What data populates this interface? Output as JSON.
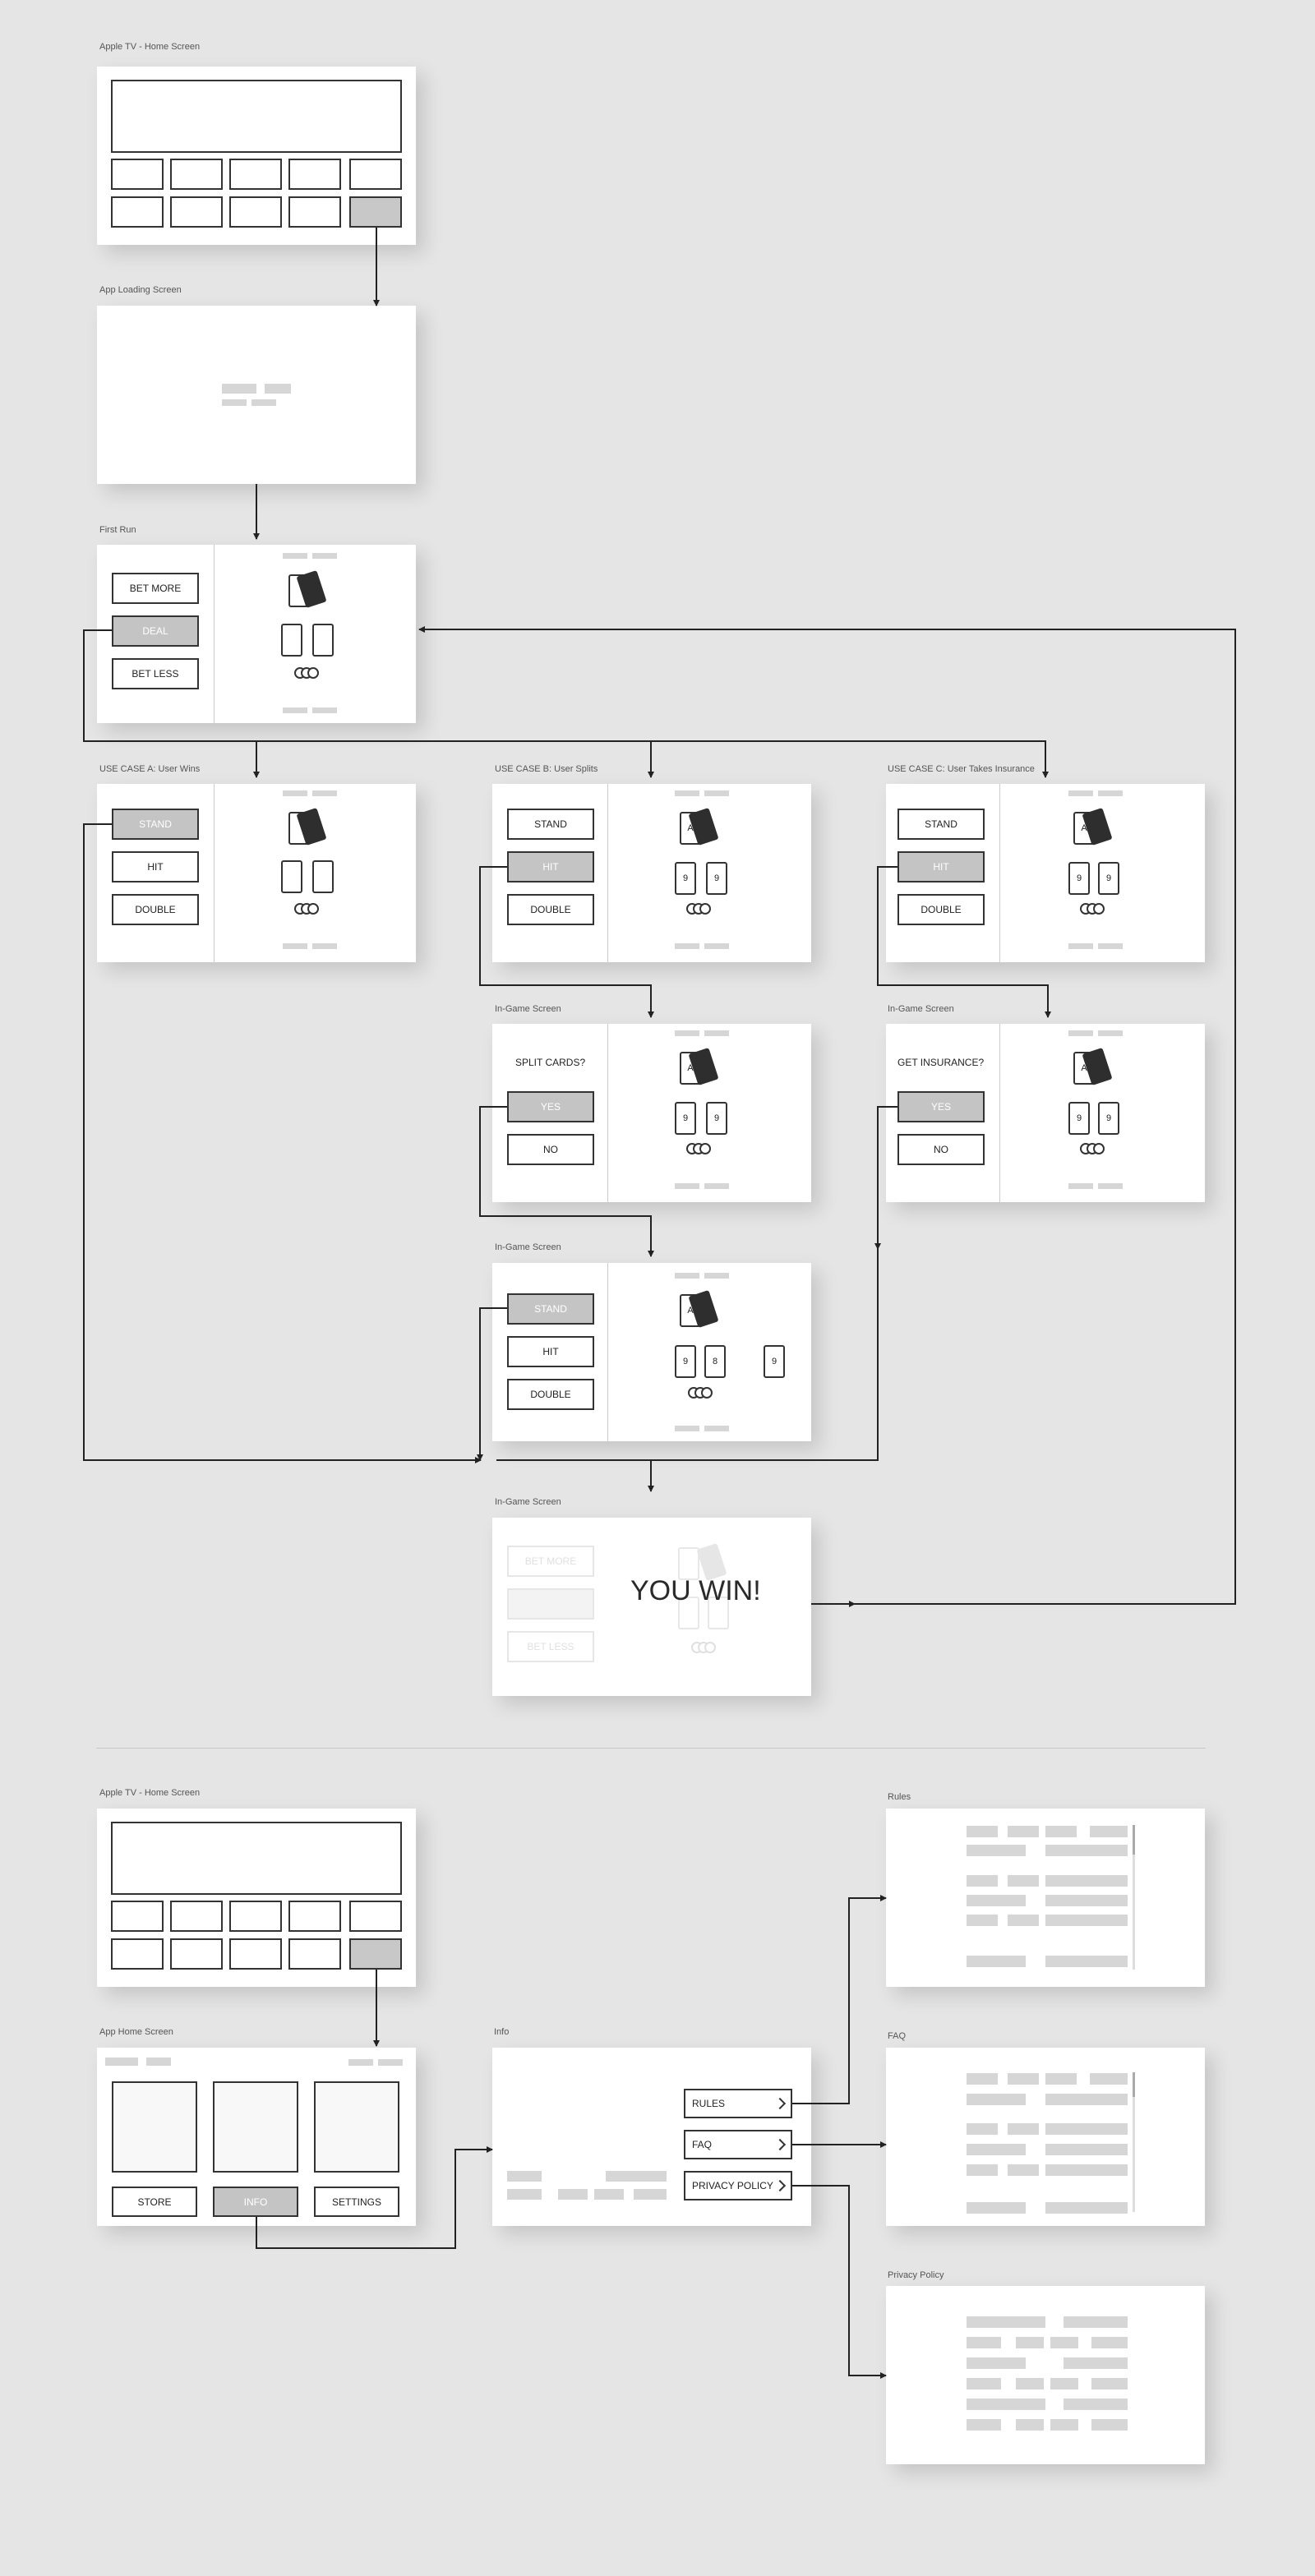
{
  "titles": {
    "apple_tv_home": "Apple TV - Home Screen",
    "app_loading": "App Loading Screen",
    "first_run": "First Run",
    "use_case_a": "USE CASE A: User Wins",
    "use_case_b": "USE CASE B: User Splits",
    "use_case_c": "USE CASE C: User Takes Insurance",
    "in_game": "In-Game Screen",
    "apple_tv_home_2": "Apple TV - Home Screen",
    "app_home": "App Home Screen",
    "info": "Info",
    "rules": "Rules",
    "faq": "FAQ",
    "privacy_policy": "Privacy Policy"
  },
  "buttons": {
    "bet_more": "BET MORE",
    "deal": "DEAL",
    "bet_less": "BET LESS",
    "stand": "STAND",
    "hit": "HIT",
    "double": "DOUBLE",
    "yes": "YES",
    "no": "NO",
    "store": "STORE",
    "info": "INFO",
    "settings": "SETTINGS",
    "rules": "RULES",
    "faq": "FAQ",
    "privacy_policy": "PRIVACY POLICY"
  },
  "prompts": {
    "split_cards": "SPLIT CARDS?",
    "get_insurance": "GET INSURANCE?",
    "you_win": "YOU WIN!"
  },
  "cards": {
    "ace": "A",
    "nine": "9",
    "eight": "8"
  },
  "colors": {
    "background": "#e5e5e5",
    "frame": "#ffffff",
    "stroke": "#333333",
    "selected": "#c4c4c4",
    "placeholder": "#d6d6d6"
  }
}
